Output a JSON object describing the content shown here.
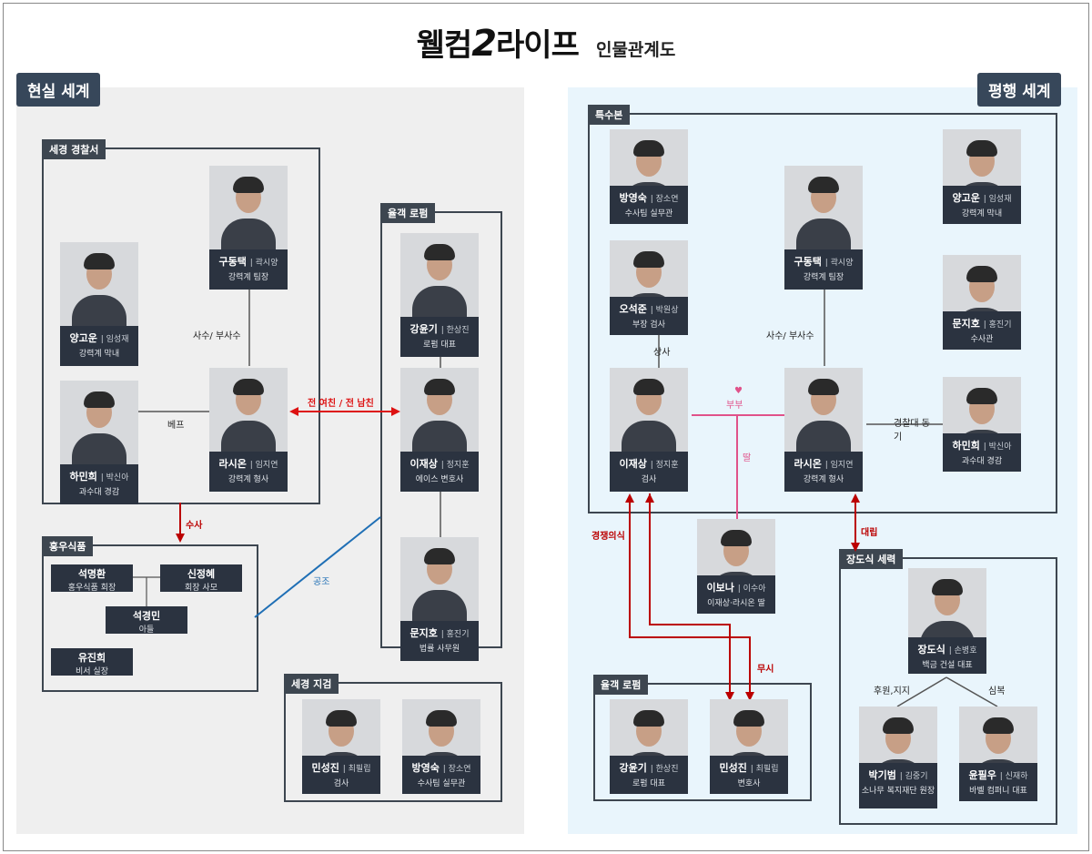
{
  "header": {
    "logo_left": "웰컴",
    "logo_two": "2",
    "logo_right": "라이프",
    "subtitle": "인물관계도"
  },
  "worlds": {
    "real": "현실 세계",
    "parallel": "평행 세계"
  },
  "groups": {
    "real_police": "세경 경찰서",
    "real_lawfirm": "율객 로펌",
    "real_food": "홍우식품",
    "real_prosecutor": "세경 지검",
    "par_special": "특수본",
    "par_lawfirm": "율객 로펌",
    "par_jang": "장도식 세력"
  },
  "cards": {
    "r_goo": {
      "name": "구동택",
      "actor": "곽시양",
      "desc": "강력계 팀장"
    },
    "r_yang": {
      "name": "양고운",
      "actor": "임성재",
      "desc": "강력계 막내"
    },
    "r_ha": {
      "name": "하민희",
      "actor": "박신아",
      "desc": "과수대 경감"
    },
    "r_ra": {
      "name": "라시온",
      "actor": "임지연",
      "desc": "강력계 형사"
    },
    "r_kang": {
      "name": "강윤기",
      "actor": "한상진",
      "desc": "로펌 대표"
    },
    "r_lee": {
      "name": "이재상",
      "actor": "정지훈",
      "desc": "에이스 변호사"
    },
    "r_moon": {
      "name": "문지호",
      "actor": "홍진기",
      "desc": "법률 사무원"
    },
    "r_min": {
      "name": "민성진",
      "actor": "최필립",
      "desc": "검사"
    },
    "r_bang": {
      "name": "방영숙",
      "actor": "장소연",
      "desc": "수사팀 실무관"
    },
    "p_bang": {
      "name": "방영숙",
      "actor": "장소연",
      "desc": "수사팀 실무관"
    },
    "p_oh": {
      "name": "오석준",
      "actor": "박원상",
      "desc": "부장 검사"
    },
    "p_lee": {
      "name": "이재상",
      "actor": "정지훈",
      "desc": "검사"
    },
    "p_goo": {
      "name": "구동택",
      "actor": "곽시양",
      "desc": "강력계 팀장"
    },
    "p_ra": {
      "name": "라시온",
      "actor": "임지연",
      "desc": "강력계 형사"
    },
    "p_yang": {
      "name": "양고운",
      "actor": "임성재",
      "desc": "강력계 막내"
    },
    "p_moon": {
      "name": "문지호",
      "actor": "홍진기",
      "desc": "수사관"
    },
    "p_ha": {
      "name": "하민희",
      "actor": "박신아",
      "desc": "과수대 경감"
    },
    "p_bona": {
      "name": "이보나",
      "actor": "이수아",
      "desc": "이재상·라시온 딸"
    },
    "p_kang": {
      "name": "강윤기",
      "actor": "한상진",
      "desc": "로펌 대표"
    },
    "p_min": {
      "name": "민성진",
      "actor": "최필립",
      "desc": "변호사"
    },
    "p_jang": {
      "name": "장도식",
      "actor": "손병호",
      "desc": "백금 건설 대표"
    },
    "p_park": {
      "name": "박기범",
      "actor": "김중기",
      "desc": "소나무 복지재단 원장"
    },
    "p_yoon": {
      "name": "윤필우",
      "actor": "신재하",
      "desc": "바벨 컴퍼니 대표"
    }
  },
  "food": {
    "seok_m": {
      "name": "석명환",
      "desc": "홍우식품 회장"
    },
    "shin": {
      "name": "신정혜",
      "desc": "회장 사모"
    },
    "seok_k": {
      "name": "석경민",
      "desc": "아들"
    },
    "yu": {
      "name": "유진희",
      "desc": "비서 실장"
    }
  },
  "relations": {
    "sasu": "사수/ 부사수",
    "bepeu": "베프",
    "ex": "전 여친 / 전 남친",
    "susa": "수사",
    "gongjo": "공조",
    "sasu2": "사수/ 부사수",
    "sangsa": "상사",
    "bubu": "부부",
    "ttal": "딸",
    "heart": "♥",
    "dongi": "경찰대 동기",
    "rival": "경쟁의식",
    "ignore": "무시",
    "confront": "대립",
    "support": "후원,지지",
    "follower": "심복"
  }
}
